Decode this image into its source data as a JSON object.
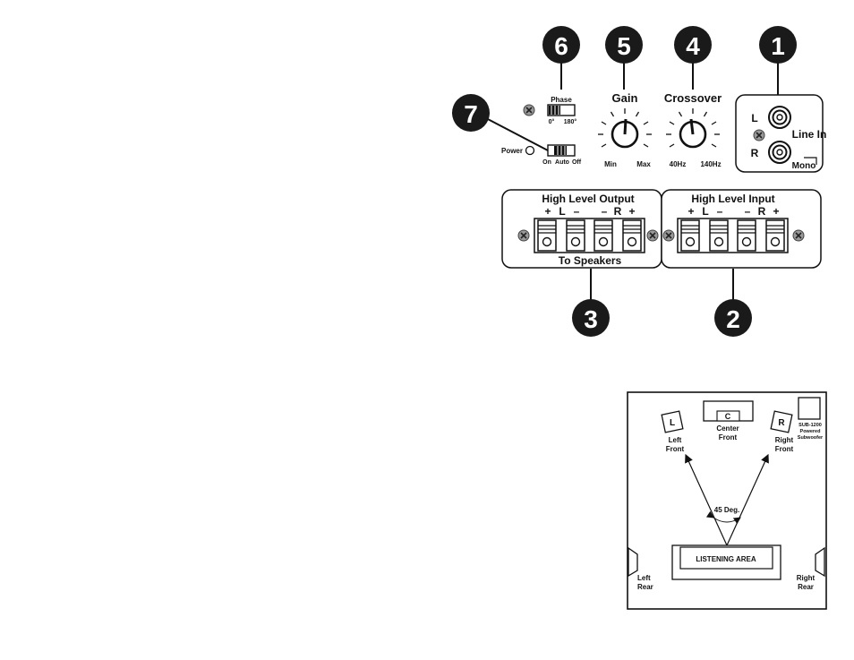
{
  "callouts": {
    "n1": "1",
    "n2": "2",
    "n3": "3",
    "n4": "4",
    "n5": "5",
    "n6": "6",
    "n7": "7"
  },
  "phase": {
    "label": "Phase",
    "left": "0°",
    "right": "180°"
  },
  "power": {
    "label": "Power",
    "on": "On",
    "auto": "Auto",
    "off": "Off"
  },
  "gain": {
    "label": "Gain",
    "min": "Min",
    "max": "Max"
  },
  "crossover": {
    "label": "Crossover",
    "min": "40Hz",
    "max": "140Hz"
  },
  "line_in": {
    "label": "Line In",
    "left": "L",
    "right": "R",
    "mono": "Mono"
  },
  "high_level_output": {
    "title": "High Level Output",
    "plus": "+",
    "minus": "–",
    "left": "L",
    "right": "R",
    "footer": "To Speakers"
  },
  "high_level_input": {
    "title": "High Level Input",
    "plus": "+",
    "minus": "–",
    "left": "L",
    "right": "R"
  },
  "room": {
    "left_front": {
      "box": "L",
      "line1": "Left",
      "line2": "Front"
    },
    "center": {
      "box": "C",
      "line1": "Center",
      "line2": "Front"
    },
    "right_front": {
      "box": "R",
      "line1": "Right",
      "line2": "Front"
    },
    "sub": {
      "line1": "SUB-1200",
      "line2": "Powered",
      "line3": "Subwoofer"
    },
    "angle": "45 Deg.",
    "listening": "LISTENING AREA",
    "left_rear": {
      "line1": "Left",
      "line2": "Rear"
    },
    "right_rear": {
      "line1": "Right",
      "line2": "Rear"
    }
  }
}
